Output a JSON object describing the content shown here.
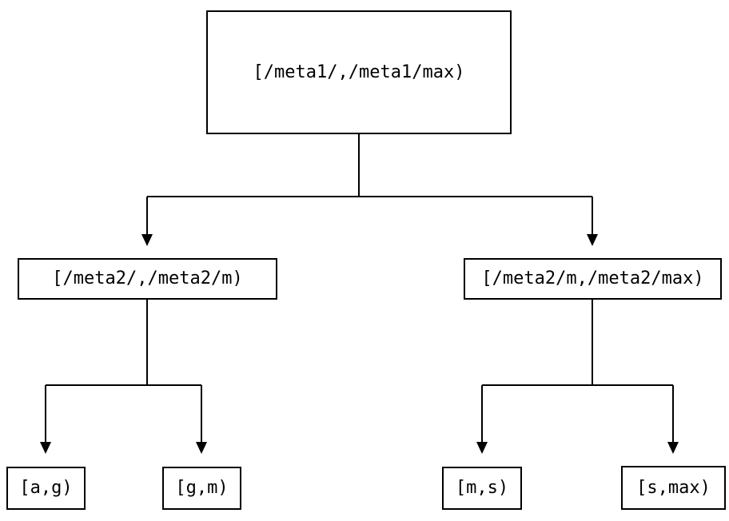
{
  "diagram": {
    "type": "tree",
    "colors": {
      "line": "#000000",
      "background": "#ffffff"
    },
    "nodes": {
      "root": {
        "label": "[/meta1/,/meta1/max)"
      },
      "left": {
        "label": "[/meta2/,/meta2/m)"
      },
      "right": {
        "label": "[/meta2/m,/meta2/max)"
      },
      "leaf_ag": {
        "label": "[a,g)"
      },
      "leaf_gm": {
        "label": "[g,m)"
      },
      "leaf_ms": {
        "label": "[m,s)"
      },
      "leaf_smax": {
        "label": "[s,max)"
      }
    },
    "edges": [
      {
        "from": "root",
        "to": "left"
      },
      {
        "from": "root",
        "to": "right"
      },
      {
        "from": "left",
        "to": "leaf_ag"
      },
      {
        "from": "left",
        "to": "leaf_gm"
      },
      {
        "from": "right",
        "to": "leaf_ms"
      },
      {
        "from": "right",
        "to": "leaf_smax"
      }
    ]
  }
}
